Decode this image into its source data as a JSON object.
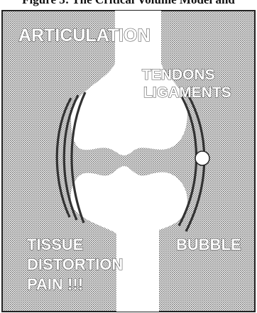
{
  "caption": "Figure 3: The Critical Volume Model and",
  "labels": {
    "articulation": "ARTICULATION",
    "tendons": "TENDONS",
    "ligaments": "LIGAMENTS",
    "tissue": "TISSUE",
    "distortion": "DISTORTION",
    "pain": "PAIN !!!",
    "bubble": "BUBBLE"
  },
  "colors": {
    "background_stipple": "#c8c8c8",
    "bone": "#ffffff",
    "ligament_lines": "#333333",
    "frame_border": "#222222"
  },
  "icons": {
    "bubble": "circle",
    "ligaments": "curved-parallel-lines"
  }
}
